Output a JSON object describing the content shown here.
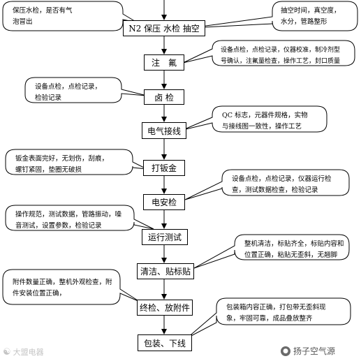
{
  "steps": [
    "N2 保压  水检  抽空",
    "注　氟",
    "卤  检",
    "电气接线",
    "打钣金",
    "电安检",
    "运行测试",
    "清洁、贴标贴",
    "终检、放附件",
    "包装、下线"
  ],
  "notes": [
    [
      "保压水检，是否有气",
      "泡冒出"
    ],
    [
      "抽空时间，真空度，",
      "水分，管路整形"
    ],
    [
      "设备点检，点检记录，仪器校准，制冷剂型",
      "号确认，注氟量检查，操作工艺，封口质量"
    ],
    [
      "设备点检，点检记录，",
      "检验记录"
    ],
    [
      "QC 标志，元器件规格，实物",
      "与接线图一致性，操作工艺"
    ],
    [
      "钣金表面完好，无划伤，刮痕，",
      "螺钉紧固，垫圈无破损"
    ],
    [
      "设备点检，点检记录，仪器运行检",
      "查，测试数据检查，检验记录"
    ],
    [
      "操作规范，测试数据，管路振动，噪",
      "音测试，设置参数，检验记录"
    ],
    [
      "整机清洁，标贴齐全，标贴内容和",
      "位置正确，粘贴无歪斜，无翘脚"
    ],
    [
      "附件数量正确，整机外观检查，附",
      "件安装位置正确，"
    ],
    [
      "包装箱内容正确，打包带无歪斜现",
      "象，牢固可靠，成品叠放整齐"
    ]
  ],
  "watermarks": {
    "left": "大盟电器",
    "right": "扬子空气源"
  }
}
